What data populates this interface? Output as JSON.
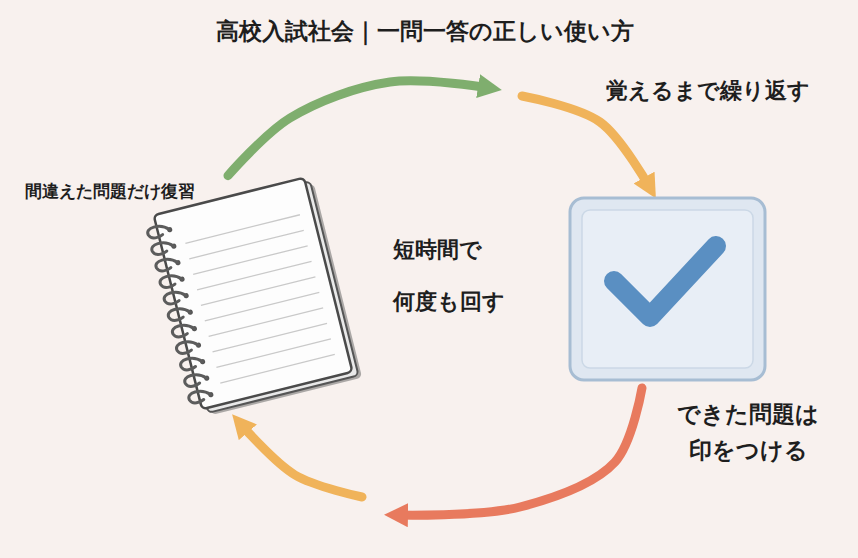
{
  "diagram": {
    "title": "高校入試社会｜一問一答の正しい使い方",
    "nodes": [
      {
        "text": [
          "間違えた問題だけ復習"
        ]
      },
      {
        "text": [
          "できた問題は 印をつける"
        ]
      }
    ],
    "edges": [
      {
        "from": 0,
        "to": 1,
        "arrow": "to",
        "label": "覚えるまで繰り返す"
      },
      {
        "from": 1,
        "to": 0,
        "arrow": "to"
      }
    ],
    "labels": [
      "短時間で 何度も回す"
    ]
  }
}
